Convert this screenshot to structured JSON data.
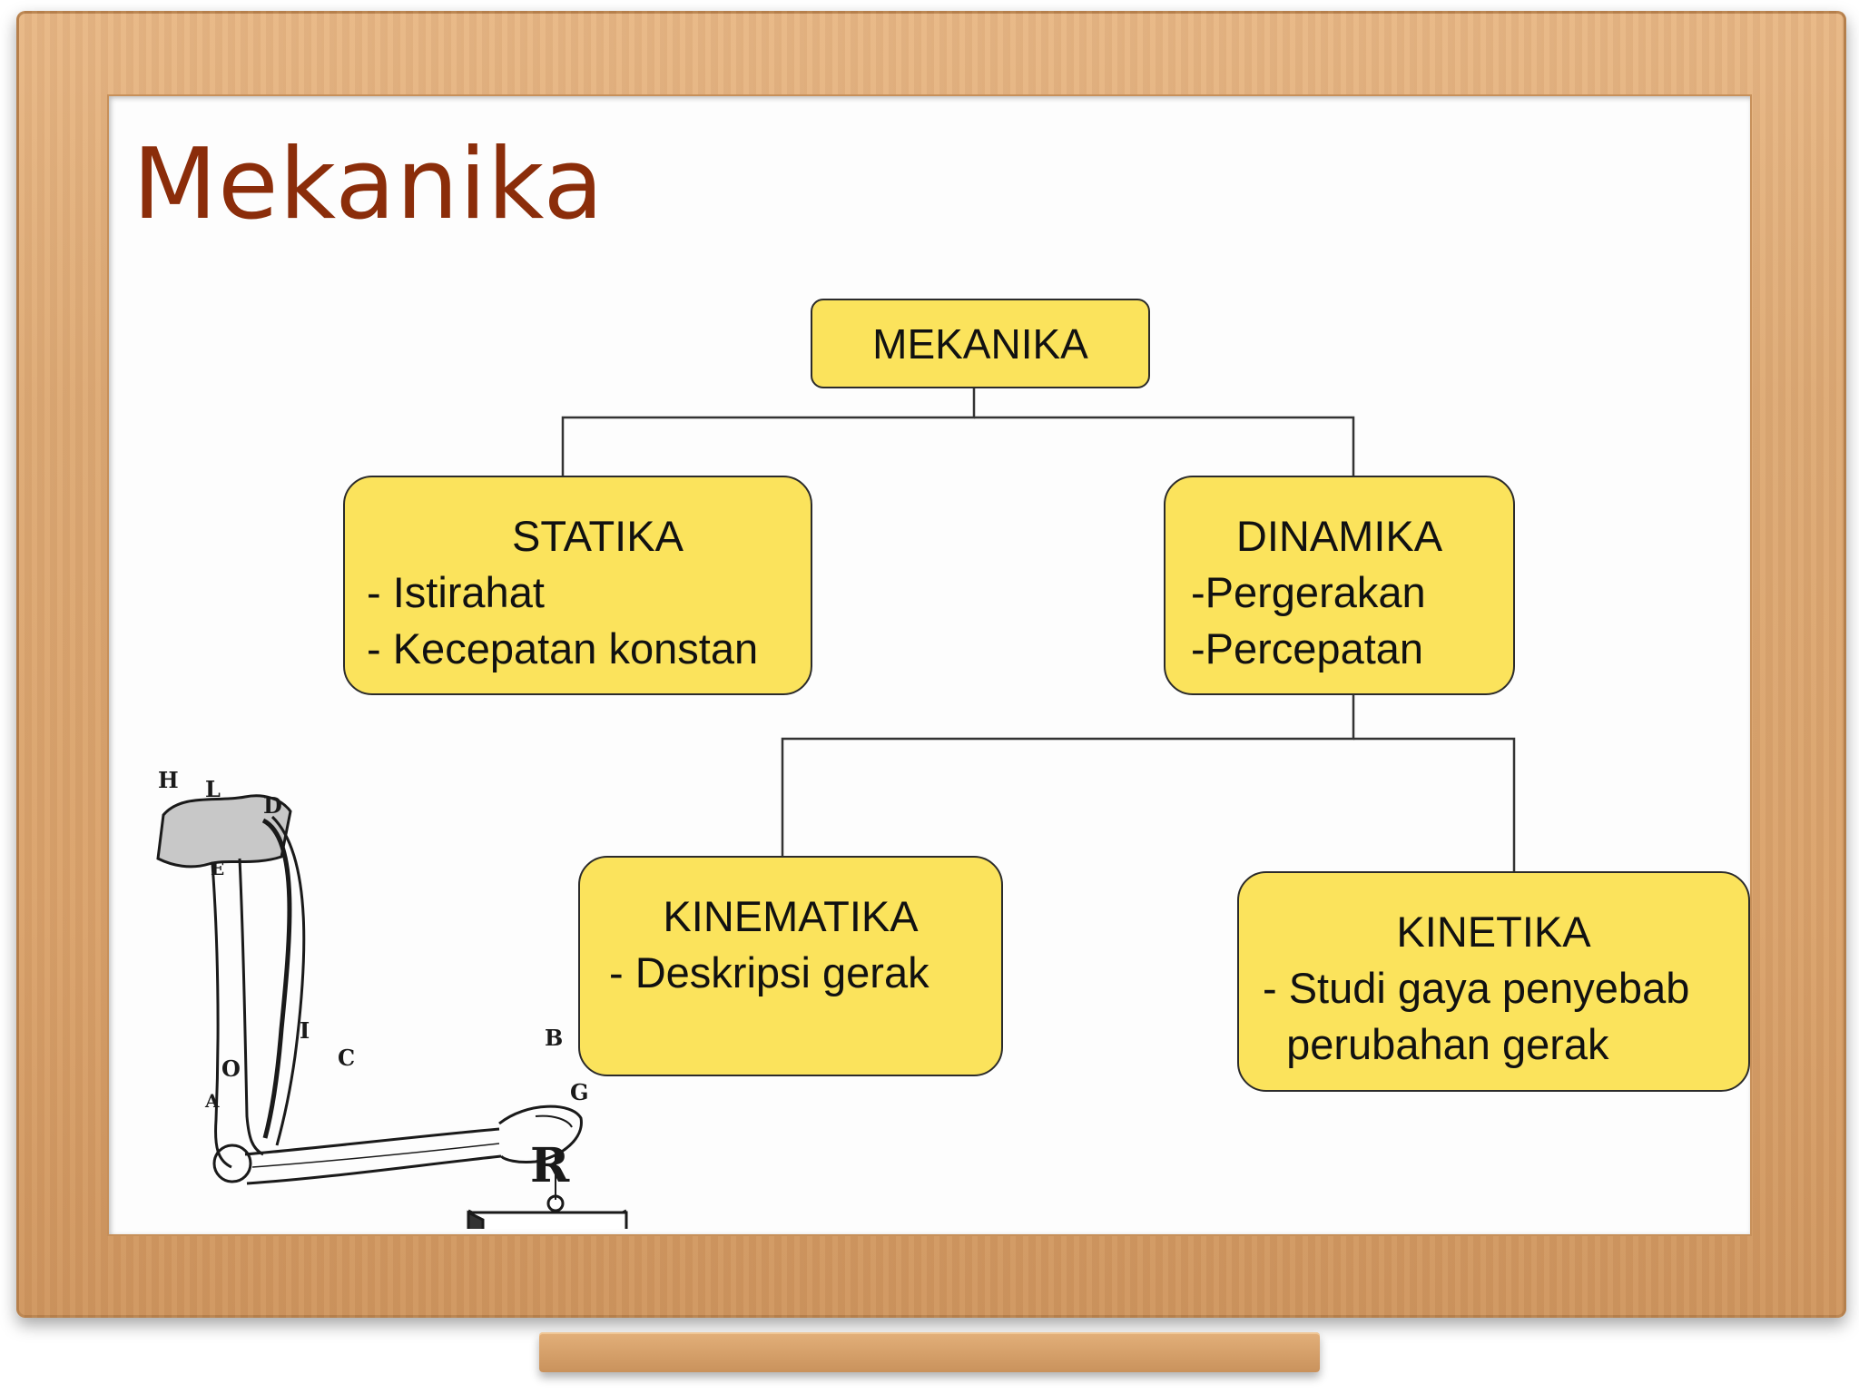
{
  "title": "Mekanika",
  "diagram": {
    "root": {
      "label": "MEKANIKA"
    },
    "statika": {
      "heading": "STATIKA",
      "items": [
        "- Istirahat",
        "- Kecepatan konstan"
      ]
    },
    "dinamika": {
      "heading": "DINAMIKA",
      "items": [
        "-Pergerakan",
        "-Percepatan"
      ]
    },
    "kinematika": {
      "heading": "KINEMATIKA",
      "items": [
        "- Deskripsi gerak"
      ]
    },
    "kinetika": {
      "heading": "KINETIKA",
      "items": [
        "- Studi gaya penyebab",
        "  perubahan gerak"
      ]
    }
  },
  "illustration": {
    "labels": [
      "H",
      "L",
      "D",
      "E",
      "I",
      "B",
      "C",
      "O",
      "A",
      "G",
      "R"
    ]
  },
  "colors": {
    "box_fill": "#fbe35c",
    "title": "#8b2d0a",
    "frame": "#d9a26c"
  }
}
